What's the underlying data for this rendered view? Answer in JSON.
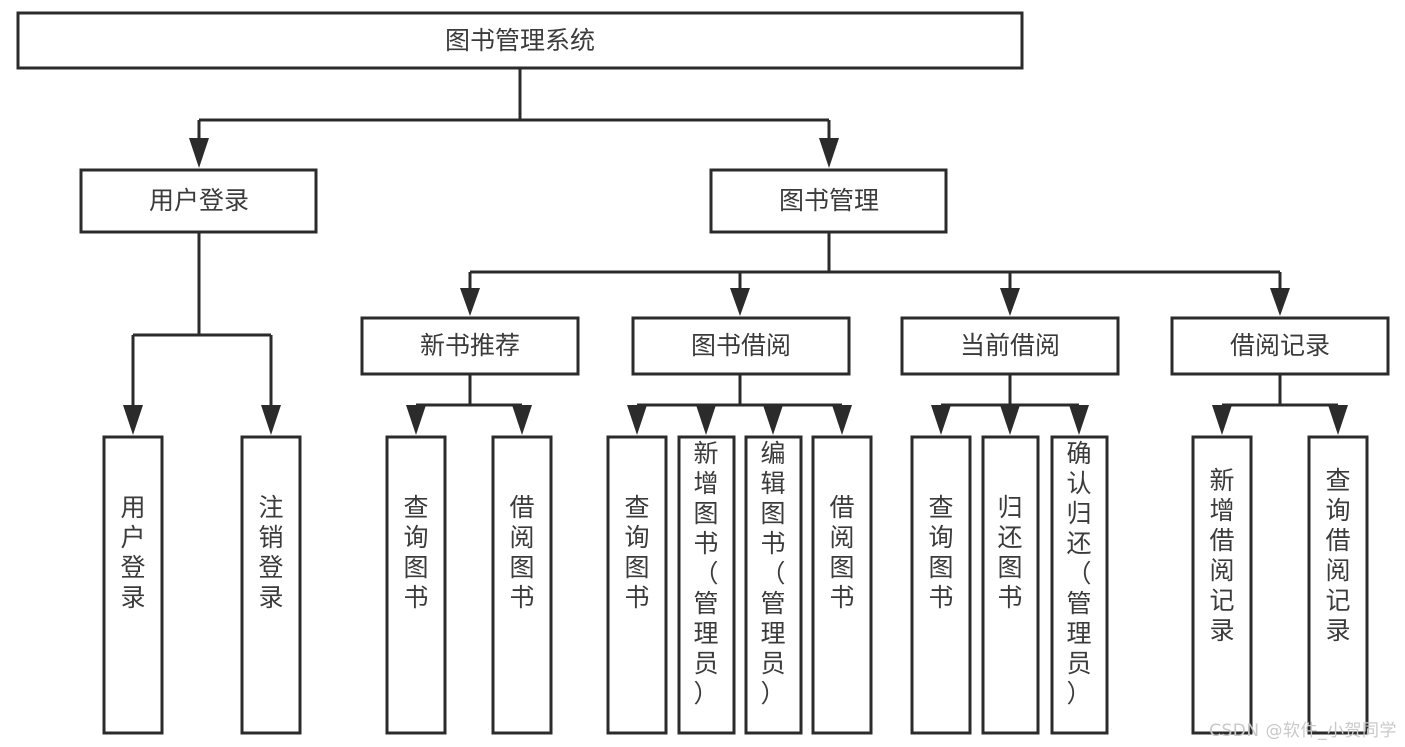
{
  "diagram": {
    "type": "tree-hierarchy",
    "title": "图书管理系统",
    "orientation": "top-down",
    "levels": 4,
    "root": {
      "id": "root",
      "label": "图书管理系统",
      "text_orientation": "horizontal"
    },
    "level2": [
      {
        "id": "user-login",
        "label": "用户登录",
        "text_orientation": "horizontal"
      },
      {
        "id": "book-management",
        "label": "图书管理",
        "text_orientation": "horizontal"
      }
    ],
    "level3": [
      {
        "id": "new-book-recommend",
        "label": "新书推荐",
        "parent": "book-management",
        "text_orientation": "horizontal"
      },
      {
        "id": "book-borrow",
        "label": "图书借阅",
        "parent": "book-management",
        "text_orientation": "horizontal"
      },
      {
        "id": "current-borrow",
        "label": "当前借阅",
        "parent": "book-management",
        "text_orientation": "horizontal"
      },
      {
        "id": "borrow-record",
        "label": "借阅记录",
        "parent": "book-management",
        "text_orientation": "horizontal"
      }
    ],
    "leaves": [
      {
        "id": "leaf-user-login",
        "label": "用户登录",
        "parent": "user-login",
        "text_orientation": "vertical"
      },
      {
        "id": "leaf-user-logout",
        "label": "注销登录",
        "parent": "user-login",
        "text_orientation": "vertical"
      },
      {
        "id": "leaf-query-book-1",
        "label": "查询图书",
        "parent": "new-book-recommend",
        "text_orientation": "vertical"
      },
      {
        "id": "leaf-borrow-book-1",
        "label": "借阅图书",
        "parent": "new-book-recommend",
        "text_orientation": "vertical"
      },
      {
        "id": "leaf-query-book-2",
        "label": "查询图书",
        "parent": "book-borrow",
        "text_orientation": "vertical"
      },
      {
        "id": "leaf-add-book",
        "label": "新增图书（管理员）",
        "parent": "book-borrow",
        "text_orientation": "vertical"
      },
      {
        "id": "leaf-edit-book",
        "label": "编辑图书（管理员）",
        "parent": "book-borrow",
        "text_orientation": "vertical"
      },
      {
        "id": "leaf-borrow-book-2",
        "label": "借阅图书",
        "parent": "book-borrow",
        "text_orientation": "vertical"
      },
      {
        "id": "leaf-query-book-3",
        "label": "查询图书",
        "parent": "current-borrow",
        "text_orientation": "vertical"
      },
      {
        "id": "leaf-return-book",
        "label": "归还图书",
        "parent": "current-borrow",
        "text_orientation": "vertical"
      },
      {
        "id": "leaf-confirm-return",
        "label": "确认归还（管理员）",
        "parent": "current-borrow",
        "text_orientation": "vertical"
      },
      {
        "id": "leaf-add-record",
        "label": "新增借阅记录",
        "parent": "borrow-record",
        "text_orientation": "vertical"
      },
      {
        "id": "leaf-query-record",
        "label": "查询借阅记录",
        "parent": "borrow-record",
        "text_orientation": "vertical"
      }
    ]
  },
  "watermark": {
    "text": "CSDN @软件_小贺同学",
    "color": "#c9c9c9"
  },
  "colors": {
    "background": "#ffffff",
    "box_fill": "#ffffff",
    "box_stroke": "#2b2b2b",
    "text": "#3b3b3b",
    "connector": "#2b2b2b"
  }
}
